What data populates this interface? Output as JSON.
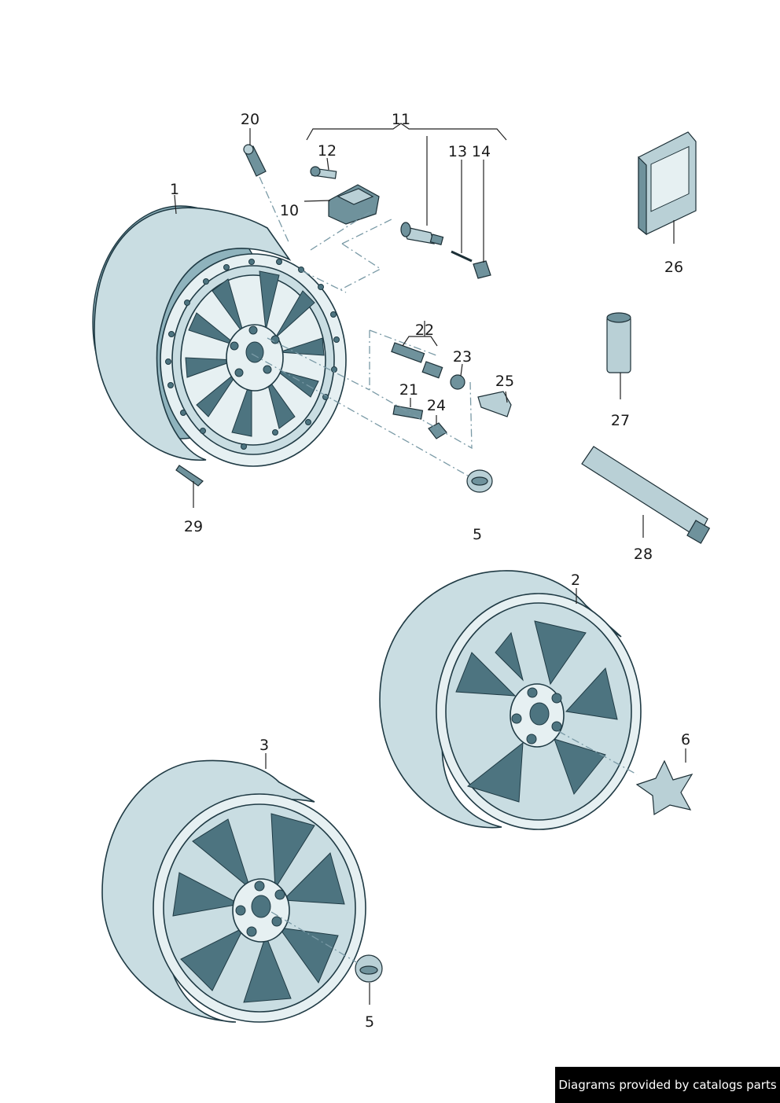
{
  "callouts": {
    "c1": "1",
    "c2": "2",
    "c3": "3",
    "c5a": "5",
    "c5b": "5",
    "c6": "6",
    "c10": "10",
    "c11": "11",
    "c12": "12",
    "c13": "13",
    "c14": "14",
    "c20": "20",
    "c21": "21",
    "c22": "22",
    "c23": "23",
    "c24": "24",
    "c25": "25",
    "c26": "26",
    "c27": "27",
    "c28": "28",
    "c29": "29"
  },
  "footer": {
    "text": "Diagrams provided by catalogs parts"
  },
  "colors": {
    "rim": "#c9dde2",
    "rim_shadow": "#8fb3bd",
    "outline": "#1f3a44",
    "footer_bg": "#000000"
  }
}
